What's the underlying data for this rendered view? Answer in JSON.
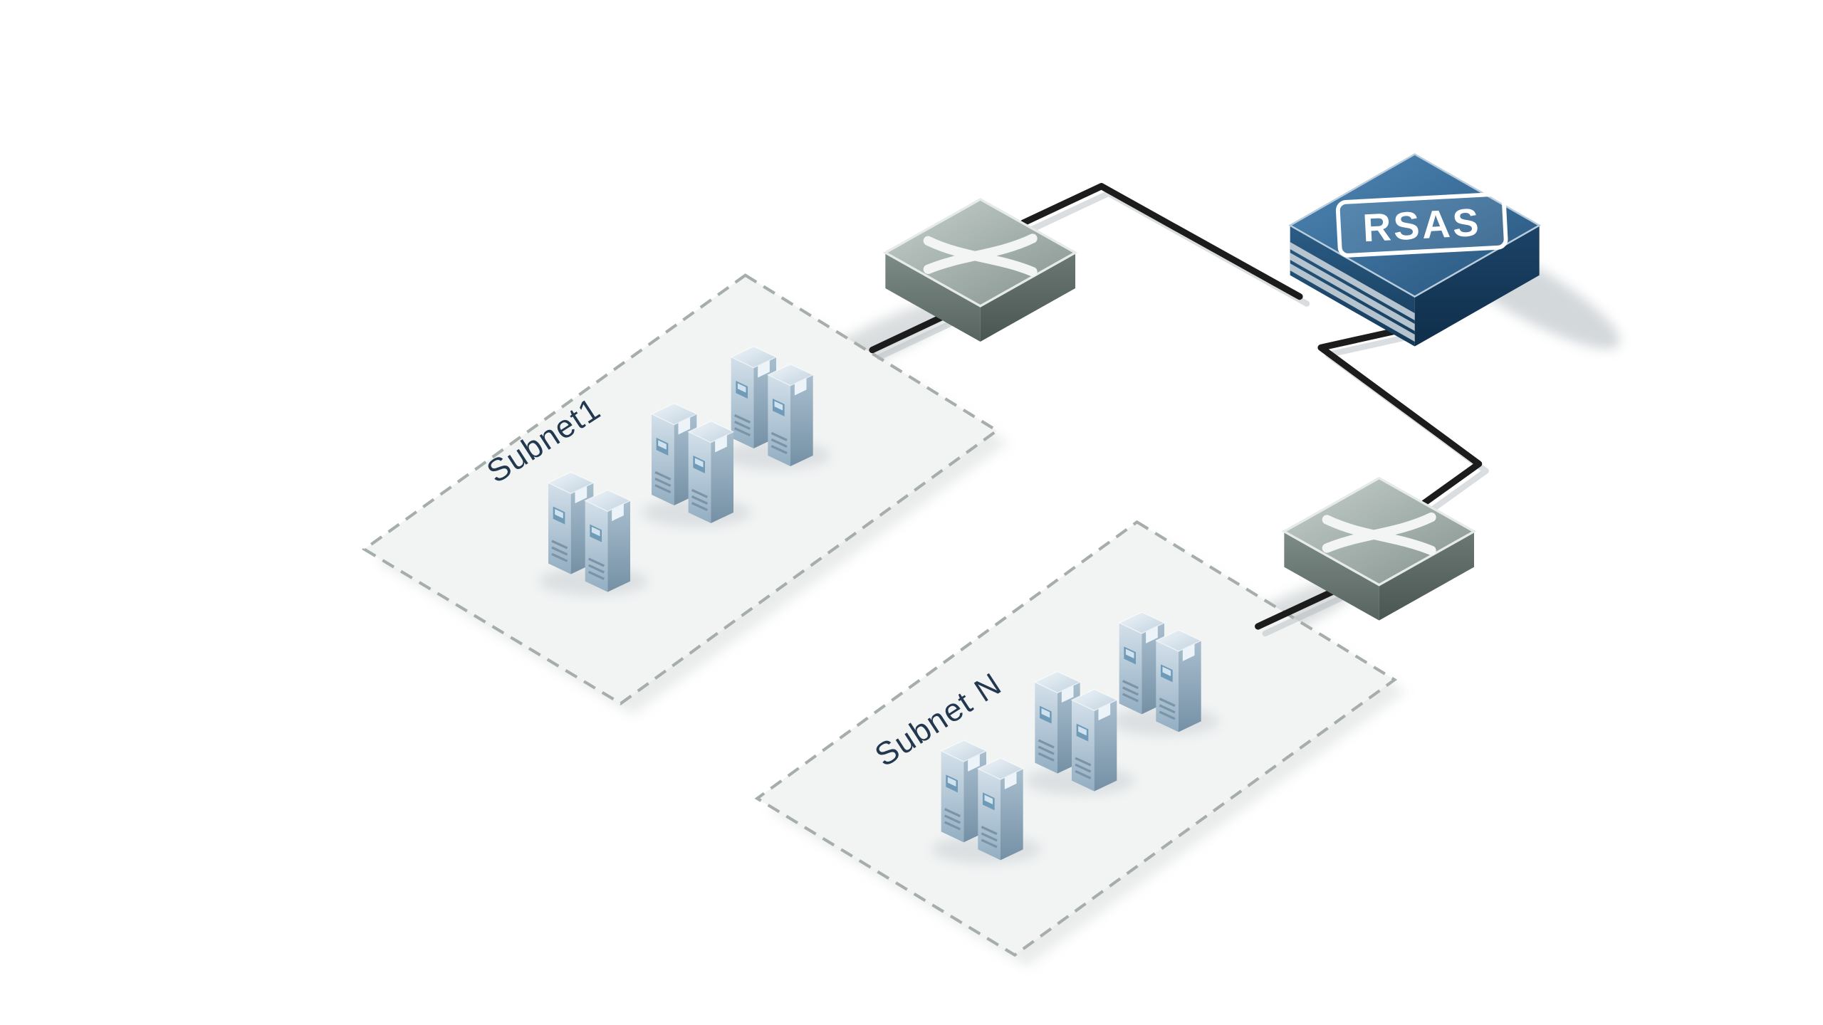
{
  "diagram": {
    "type": "network-topology",
    "appliance": {
      "label": "RSAS"
    },
    "nodes": [
      {
        "id": "rsas",
        "type": "scanner-appliance",
        "label": "RSAS",
        "icon": "rack-appliance-icon"
      },
      {
        "id": "switch-1",
        "type": "network-switch",
        "icon": "network-switch-icon"
      },
      {
        "id": "switch-2",
        "type": "network-switch",
        "icon": "network-switch-icon"
      },
      {
        "id": "subnet-1",
        "type": "subnet-zone",
        "label": "Subnet1",
        "server_groups": 3,
        "servers_per_group": 2
      },
      {
        "id": "subnet-n",
        "type": "subnet-zone",
        "label": "Subnet N",
        "server_groups": 3,
        "servers_per_group": 2
      }
    ],
    "links": [
      {
        "from": "switch-1",
        "to": "rsas"
      },
      {
        "from": "rsas",
        "to": "switch-2"
      },
      {
        "from": "switch-1",
        "to": "subnet-1"
      },
      {
        "from": "switch-2",
        "to": "subnet-n"
      }
    ],
    "colors": {
      "background": "#ffffff",
      "link": "#1c1c1c",
      "appliance_top": "#3a6e9d",
      "appliance_front": "#1d4a6e",
      "appliance_plaque_border": "#ffffff",
      "switch_top": "#a5b1ad",
      "switch_front": "#6e7b77",
      "switch_glyph": "#f2f5f4",
      "server_front": "#c2d4e2",
      "server_side": "#8aa4b8",
      "subnet_fill": "#f2f4f4",
      "subnet_border": "#a6aeac",
      "subnet_label": "#22384f"
    }
  }
}
